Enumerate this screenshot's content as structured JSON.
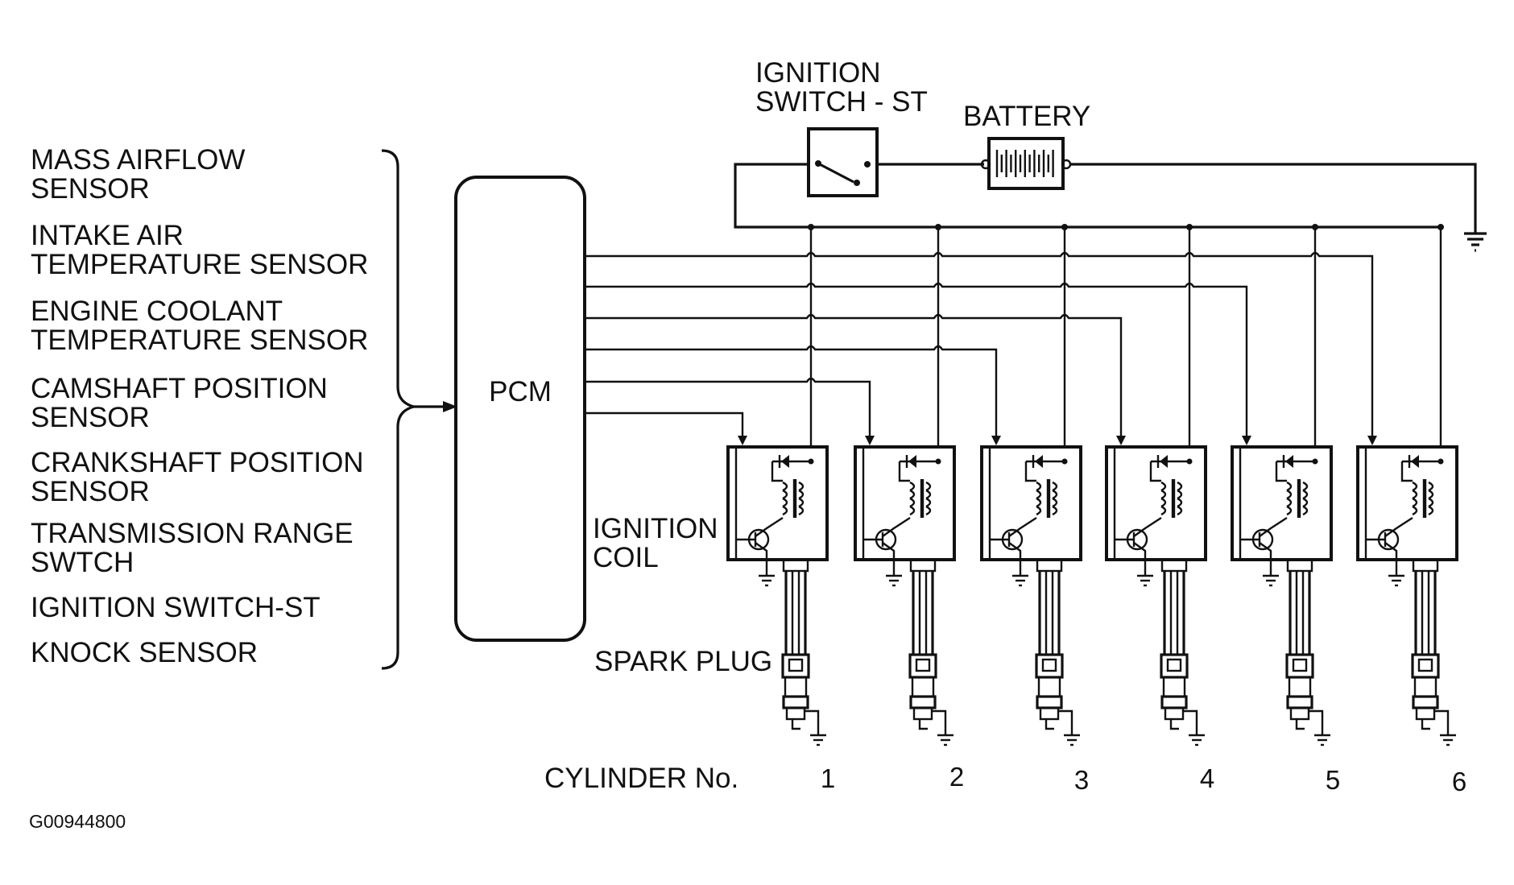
{
  "diagram": {
    "inputs": [
      [
        "MASS AIRFLOW",
        "SENSOR"
      ],
      [
        "INTAKE AIR",
        "TEMPERATURE SENSOR"
      ],
      [
        "ENGINE COOLANT",
        "TEMPERATURE SENSOR"
      ],
      [
        "CAMSHAFT POSITION",
        "SENSOR"
      ],
      [
        "CRANKSHAFT POSITION",
        "SENSOR"
      ],
      [
        "TRANSMISSION RANGE",
        "SWTCH"
      ],
      [
        "IGNITION SWITCH-ST"
      ],
      [
        "KNOCK SENSOR"
      ]
    ],
    "pcm_label": "PCM",
    "ignition_switch_label": [
      "IGNITION",
      "SWITCH - ST"
    ],
    "battery_label": "BATTERY",
    "ignition_coil_label": [
      "IGNITION",
      "COIL"
    ],
    "spark_plug_label": "SPARK PLUG",
    "cylinder_label": "CYLINDER No.",
    "cylinders": [
      "1",
      "2",
      "3",
      "4",
      "5",
      "6"
    ],
    "figure_id": "G00944800"
  }
}
